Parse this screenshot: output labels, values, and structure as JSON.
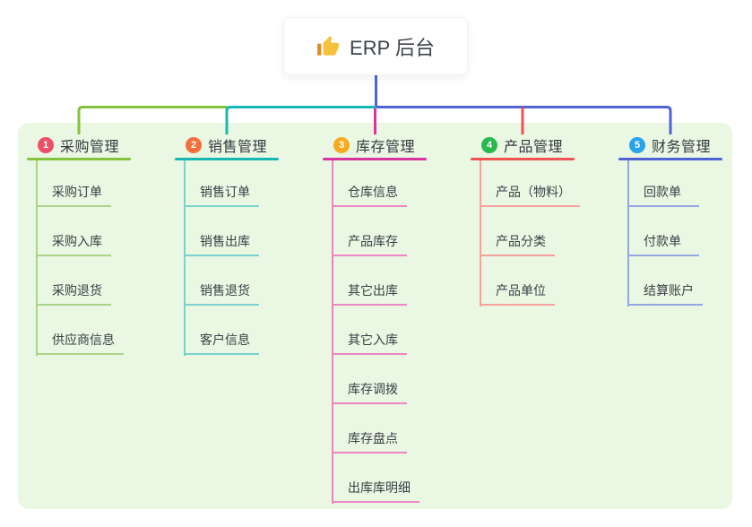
{
  "root": {
    "label": "ERP 后台",
    "icon": "thumbs-up"
  },
  "colors": {
    "page_bg": "#ffffff",
    "panel_bg": "#e9f7e3",
    "root_text": "#3d434a",
    "node_text": "#3a3f45",
    "root_line": "#4f63d7",
    "thumb_hand": "#f6c13c",
    "thumb_cuff": "#d98d2b"
  },
  "branches": [
    {
      "id": "procurement",
      "badge": "1",
      "label": "采购管理",
      "badge_color": "#ec5068",
      "line_color": "#85c23d",
      "child_line_color": "#a9d489",
      "children": [
        "采购订单",
        "采购入库",
        "采购退货",
        "供应商信息"
      ]
    },
    {
      "id": "sales",
      "badge": "2",
      "label": "销售管理",
      "badge_color": "#f3703c",
      "line_color": "#17b8b2",
      "child_line_color": "#7bd2cd",
      "children": [
        "销售订单",
        "销售出库",
        "销售退货",
        "客户信息"
      ]
    },
    {
      "id": "inventory",
      "badge": "3",
      "label": "库存管理",
      "badge_color": "#f6ac1d",
      "line_color": "#d8359f",
      "child_line_color": "#ee85c4",
      "children": [
        "仓库信息",
        "产品库存",
        "其它出库",
        "其它入库",
        "库存调拨",
        "库存盘点",
        "出库库明细"
      ]
    },
    {
      "id": "product",
      "badge": "4",
      "label": "产品管理",
      "badge_color": "#27b94e",
      "line_color": "#f25252",
      "child_line_color": "#f8a09d",
      "children": [
        "产品（物料）",
        "产品分类",
        "产品单位"
      ]
    },
    {
      "id": "finance",
      "badge": "5",
      "label": "财务管理",
      "badge_color": "#29a3e9",
      "line_color": "#4f63d7",
      "child_line_color": "#93a7e3",
      "children": [
        "回款单",
        "付款单",
        "结算账户"
      ]
    }
  ]
}
